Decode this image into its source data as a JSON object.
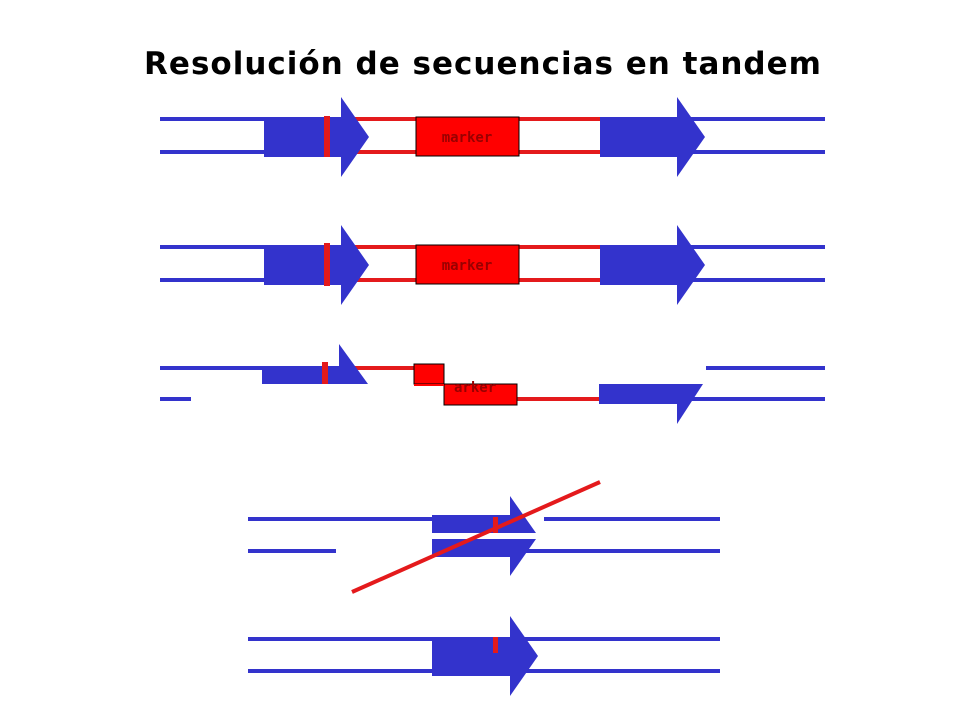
{
  "title": "Resolución de secuencias en tandem",
  "marker_label": "marker",
  "marker_label_partial": "arker",
  "colors": {
    "dna_strand": "#3333CC",
    "insert_strand": "#E41A1C",
    "marker_fill": "#FF0000",
    "marker_border": "#000000",
    "title_text": "#000000",
    "marker_text": "#990000"
  },
  "icons": {
    "repeat": "arrow-right-icon",
    "mutation": "red-tick-icon"
  }
}
